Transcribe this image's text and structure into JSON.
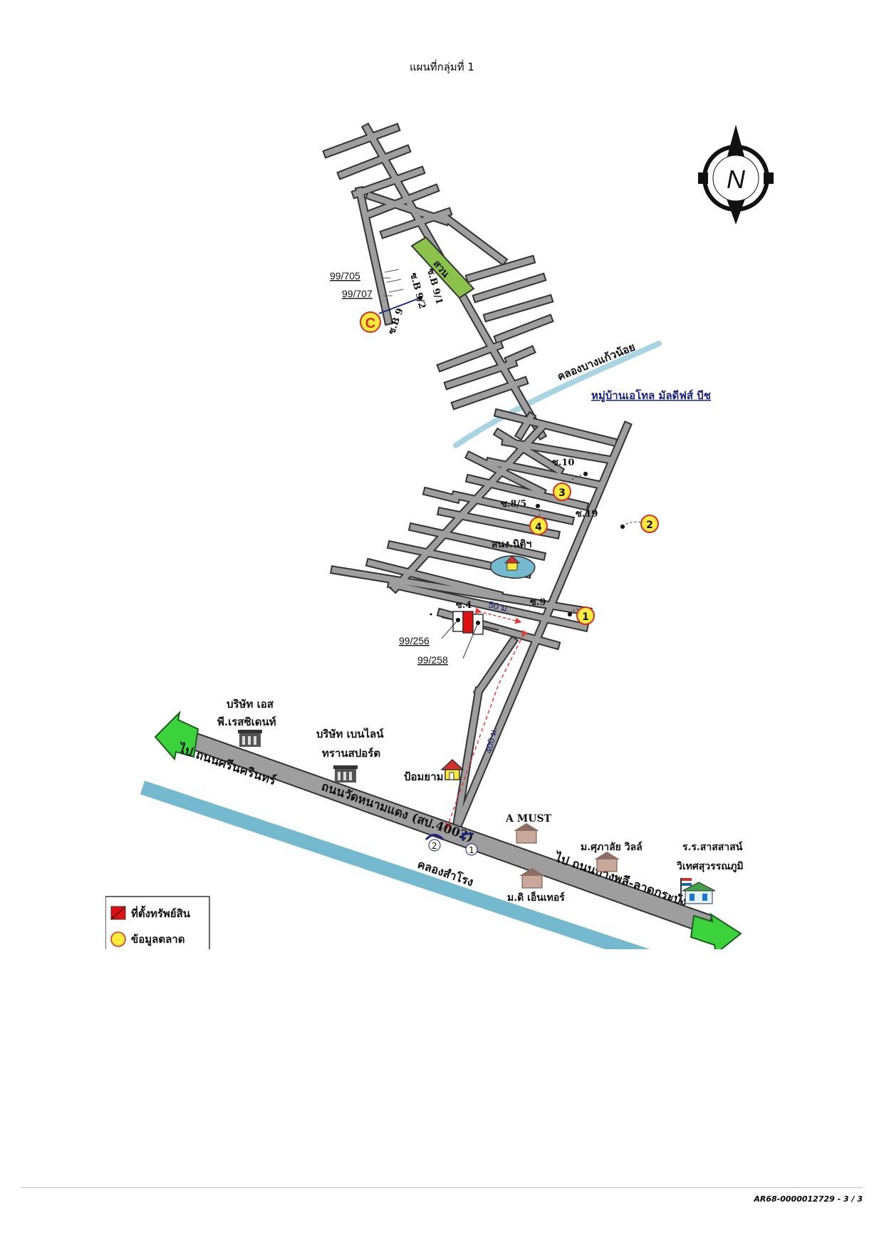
{
  "title": "แผนที่กลุ่มที่ 1",
  "footer_code": "AR68-0000012729 - 3 / 3",
  "colors": {
    "road": "#9e9e9e",
    "road_outline": "#333333",
    "canal": "#74b9ce",
    "park": "#8bc34a",
    "arrow": "#3cd23c",
    "property": "#e01010",
    "marker": "#ffeb3b",
    "dimension": "#e53935",
    "link": "#1a237e"
  },
  "map": {
    "north_letter": "N",
    "park_label": "สวน",
    "plots": {
      "p1": "99/705",
      "p2": "99/707",
      "p3": "99/256",
      "p4": "99/258"
    },
    "soi": {
      "b9": "ซ.B 9",
      "b9_1": "ซ.B 9/1",
      "b9_2": "ซ.B 9/2",
      "s10": "ซ.10",
      "s8_5": "ซ.8/5",
      "s19": "ซ.19",
      "s9": "ซ.9",
      "s4": "ซ.4"
    },
    "canal_small": "คลองบางแก้วน้อย",
    "village": "หมู่บ้านเอโทล มัลดีฟส์ บีช",
    "pond": "สนง.นิติฯ",
    "distance_50": "50 ม.",
    "distance_400": "400 ม.",
    "road_sri": "ไป ถนนศรีนครินทร์",
    "road_wat": "ถนนวัดหนามแดง (สป.4002)",
    "road_bangphli": "ไป ถนนบางพลี-ลาดกระบัง",
    "canal_big": "คลองสำโรง",
    "guardhouse": "ป้อมยาม",
    "company_sp_1": "บริษัท เอส",
    "company_sp_2": "พี.เรสซิเดนท์",
    "company_bl_1": "บริษัท เบนไลน์",
    "company_bl_2": "ทรานสปอร์ต",
    "amust": "A MUST",
    "supalai": "ม.ศุภาลัย วิลล์",
    "center": "ม.ดิ เอ็นเทอร์",
    "school_1": "ร.ร.สาสสาสน์",
    "school_2": "วิเทศสุวรรณภูมิ",
    "marker_c": "C",
    "markers": [
      "1",
      "2",
      "3",
      "4"
    ],
    "turn_1": "1",
    "turn_2": "2",
    "legend_property": "ที่ตั้งทรัพย์สิน",
    "legend_compare": "ข้อมูลตลาด"
  }
}
